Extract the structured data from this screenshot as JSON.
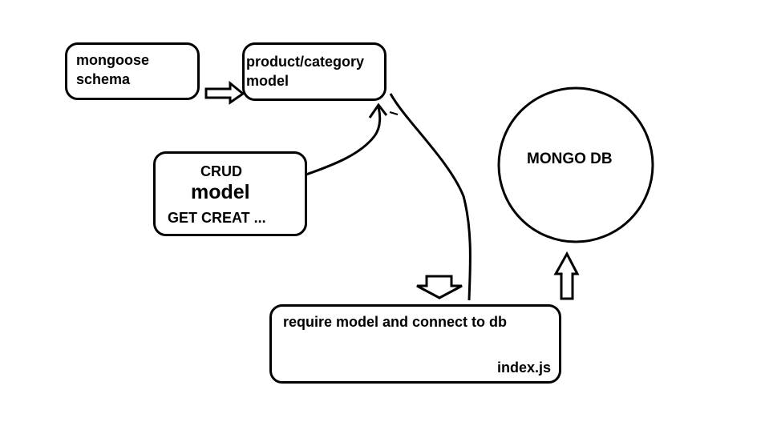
{
  "diagram": {
    "mongoose_schema": {
      "line1": "mongoose",
      "line2": "schema"
    },
    "product_model": {
      "line1": "product/category",
      "line2": "model"
    },
    "crud_model": {
      "line1": "CRUD",
      "line2": "model",
      "line3": "GET CREAT ..."
    },
    "mongo_db": {
      "label": "MONGO DB"
    },
    "index_js": {
      "description": "require model and connect to db",
      "filename": "index.js"
    }
  }
}
